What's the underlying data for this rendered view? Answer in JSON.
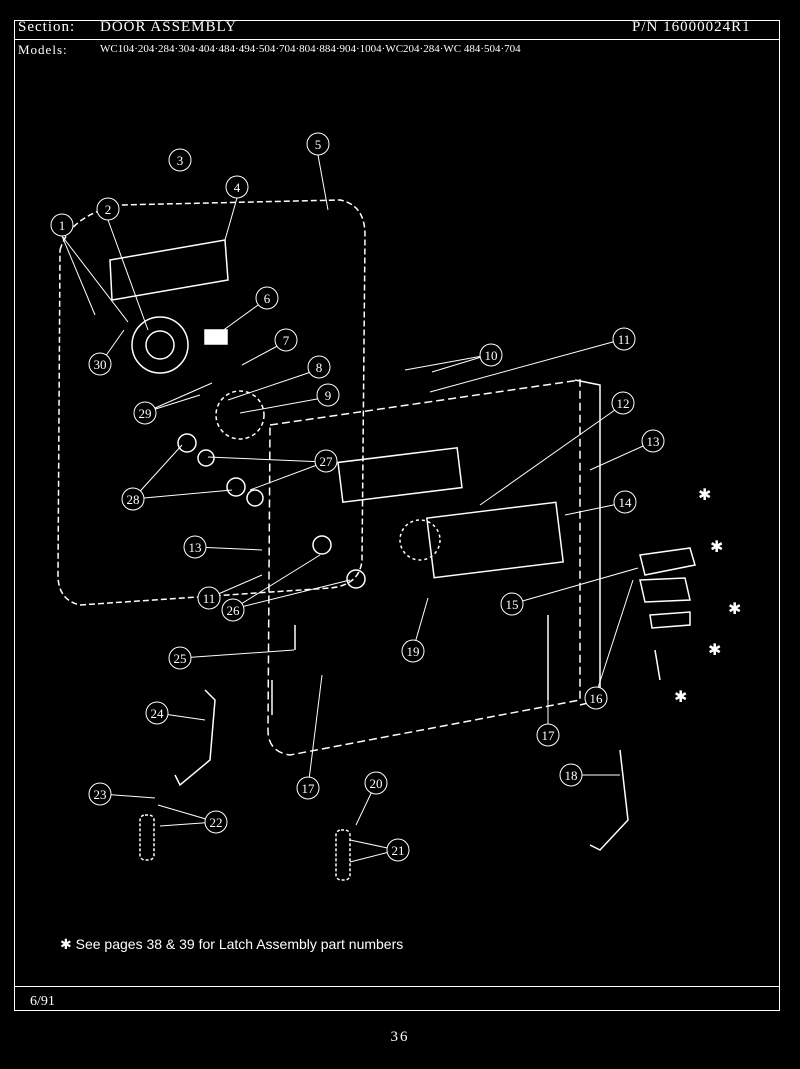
{
  "header": {
    "section_label": "Section:",
    "section_title": "DOOR ASSEMBLY",
    "part_number": "P/N 16000024R1",
    "models_label": "Models:",
    "models": "WC104·204·284·304·404·484·494·504·704·804·884·904·1004·WC204·284·WC 484·504·704"
  },
  "callouts": [
    "1",
    "2",
    "3",
    "4",
    "5",
    "6",
    "7",
    "8",
    "9",
    "10",
    "11",
    "12",
    "13",
    "14",
    "15",
    "16",
    "17",
    "18",
    "19",
    "20",
    "21",
    "22",
    "23",
    "24",
    "25",
    "26",
    "27",
    "28",
    "29",
    "30",
    "13",
    "11",
    "17"
  ],
  "latch_marker": "✱",
  "note": {
    "star": "✱",
    "text": "See pages 38 & 39 for Latch Assembly part numbers"
  },
  "footer": {
    "date": "6/91",
    "page_number": "36"
  }
}
